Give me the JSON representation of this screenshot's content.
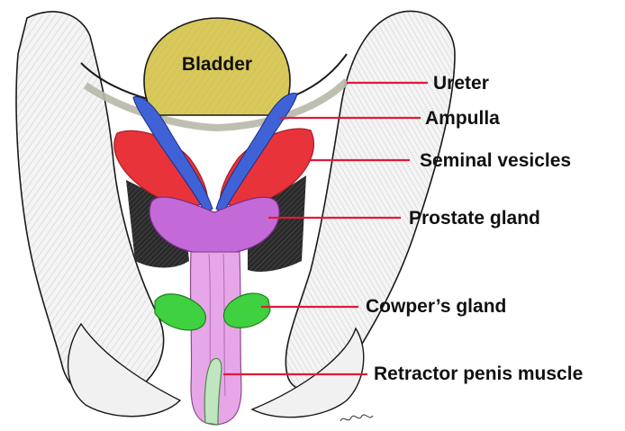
{
  "diagram": {
    "organ_label": "Bladder",
    "labels": [
      {
        "id": "ureter",
        "text": "Ureter"
      },
      {
        "id": "ampulla",
        "text": "Ampulla"
      },
      {
        "id": "seminal-vesicles",
        "text": "Seminal vesicles"
      },
      {
        "id": "prostate-gland",
        "text": "Prostate gland"
      },
      {
        "id": "cowpers-gland",
        "text": "Cowper’s gland"
      },
      {
        "id": "retractor-penis-muscle",
        "text": "Retractor penis muscle"
      }
    ],
    "colors": {
      "bladder": "#d9c95a",
      "ampulla": "#3f63d6",
      "seminal_vesicles": "#e8333a",
      "prostate": "#c46ad8",
      "urethra": "#e7a6e8",
      "cowpers": "#3fd13f",
      "retractor": "#bfe6bf",
      "leader": "#e0193c",
      "bone": "#f4f4f4",
      "ink": "#1a1a1a"
    }
  }
}
